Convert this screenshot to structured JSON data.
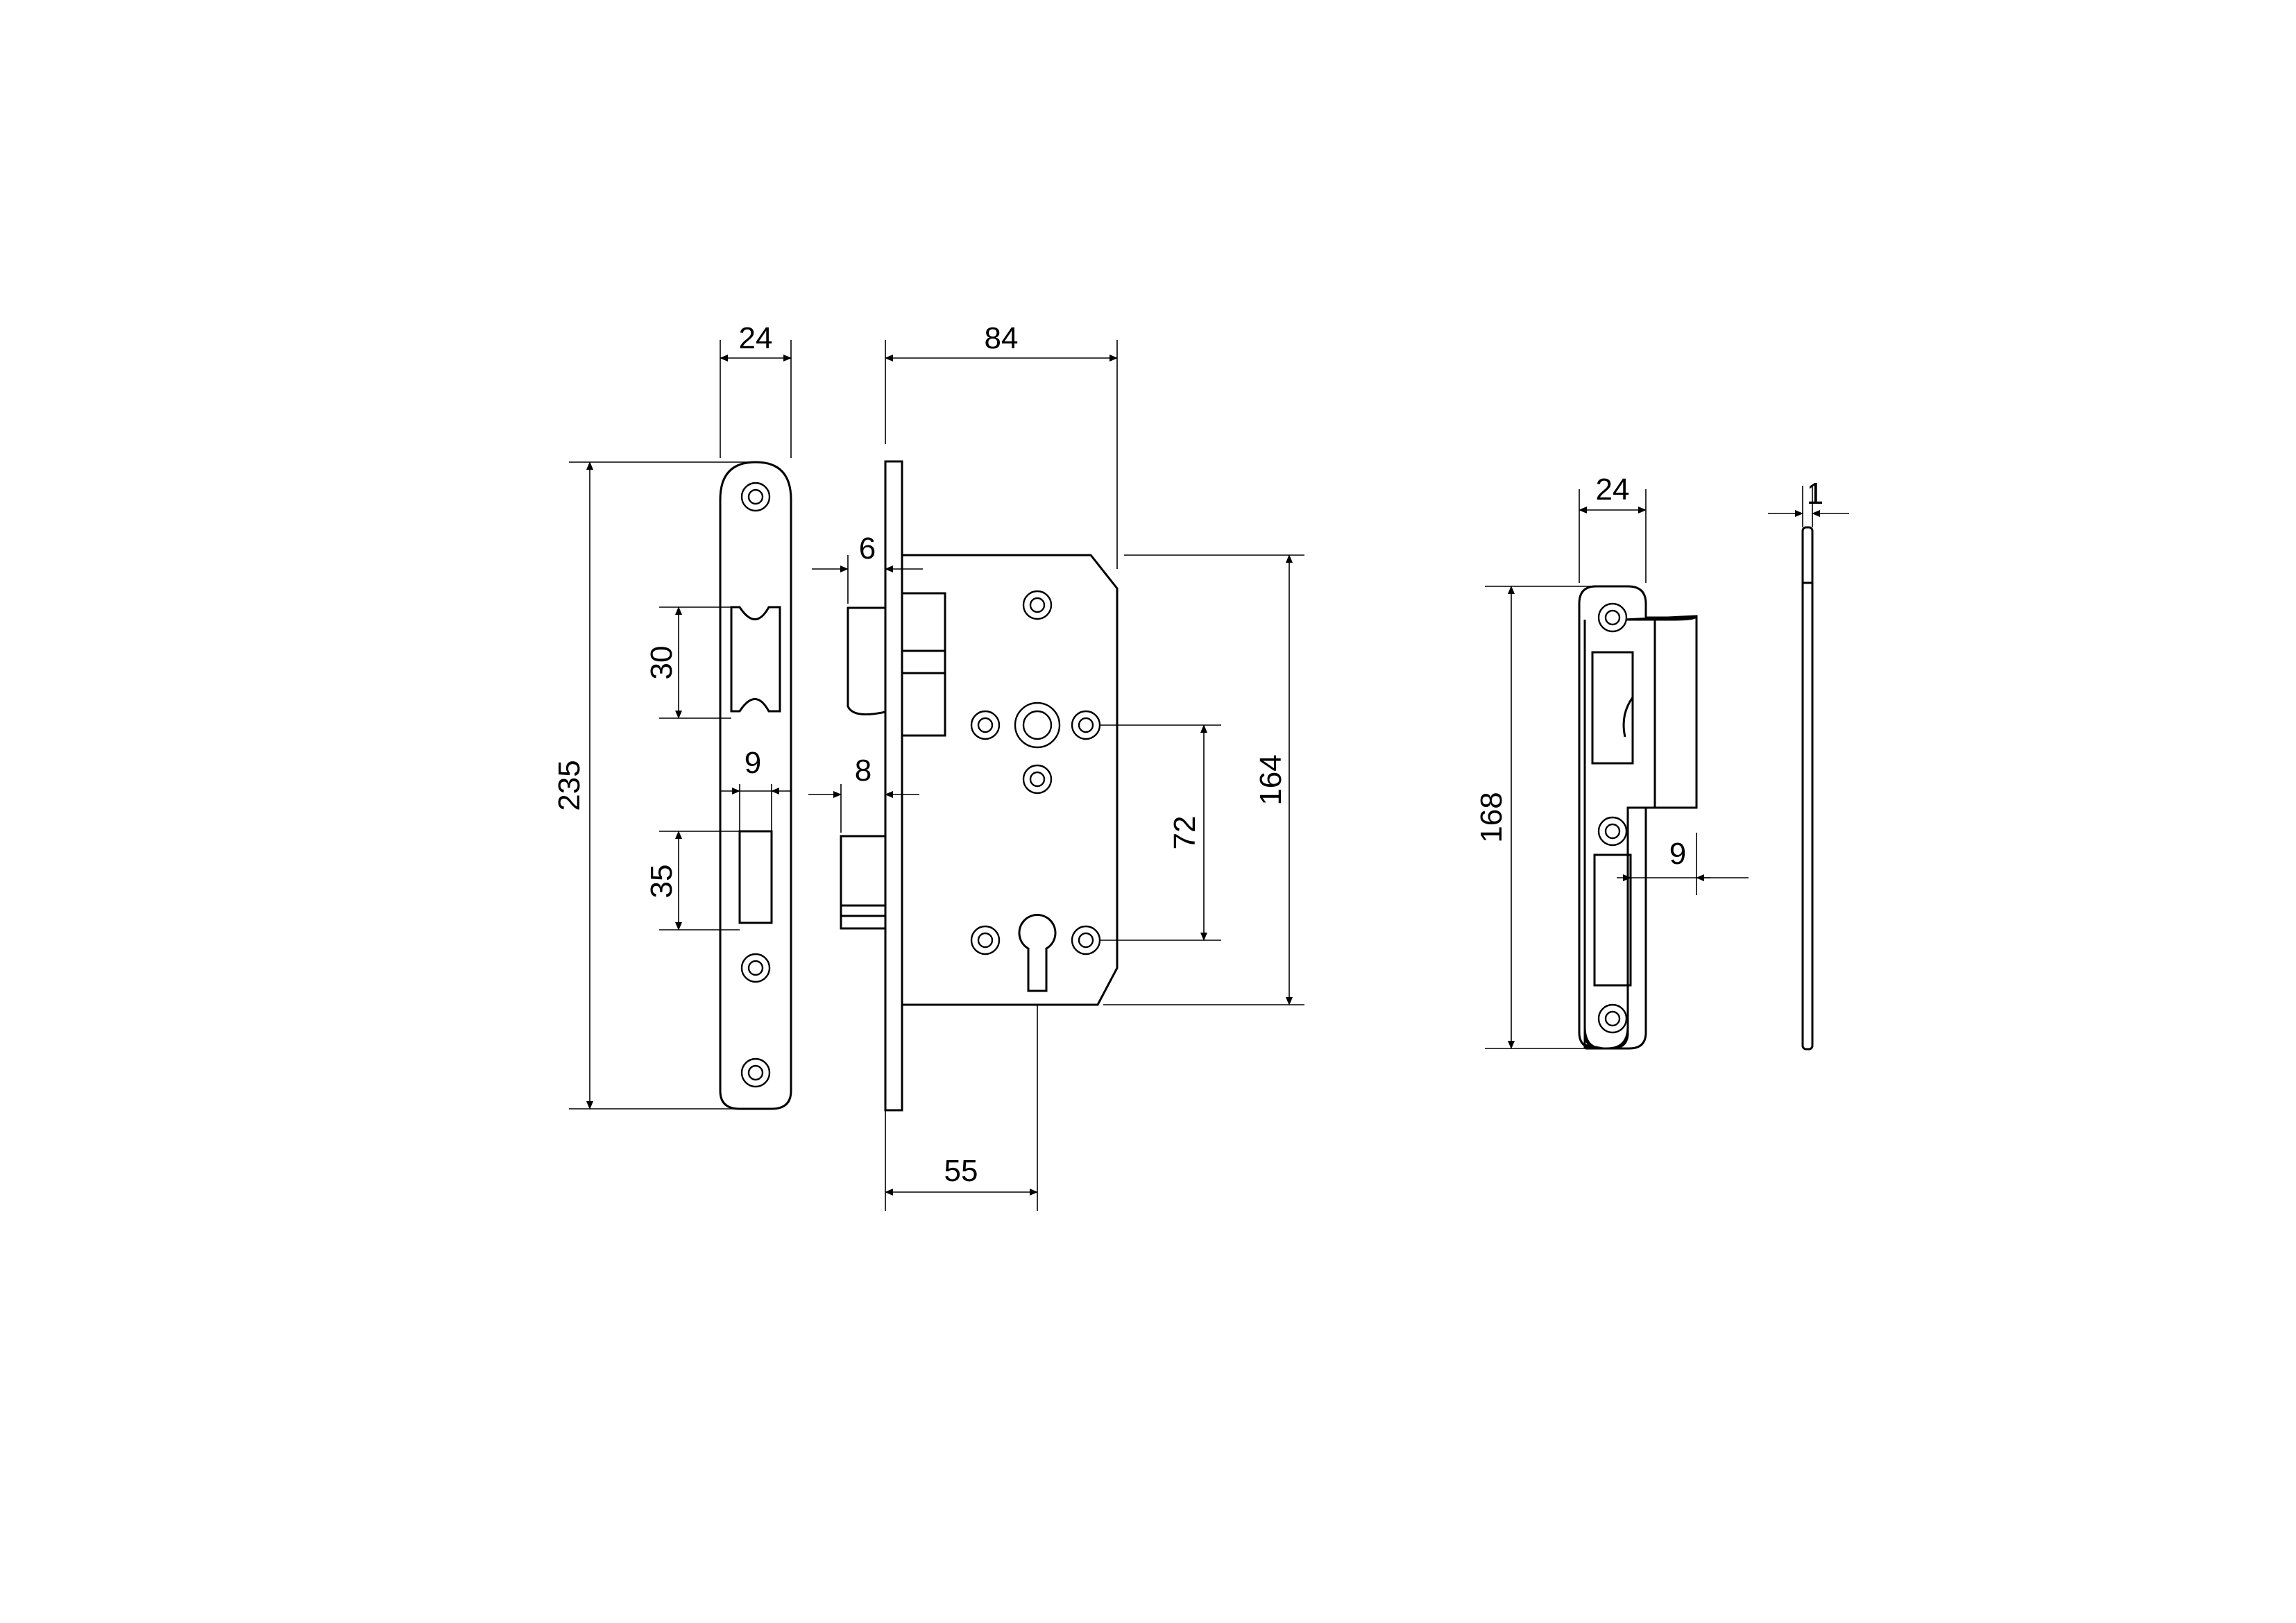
{
  "dimensions": {
    "faceplate_width": "24",
    "faceplate_height": "235",
    "latch_height": "30",
    "bolt_height": "35",
    "bolt_width": "9",
    "latch_projection": "6",
    "bolt_projection": "8",
    "body_depth": "84",
    "backset": "55",
    "body_height": "164",
    "centre_distance": "72",
    "strike_width": "24",
    "strike_height": "168",
    "strike_bolt_width": "9",
    "strike_thickness": "1"
  }
}
